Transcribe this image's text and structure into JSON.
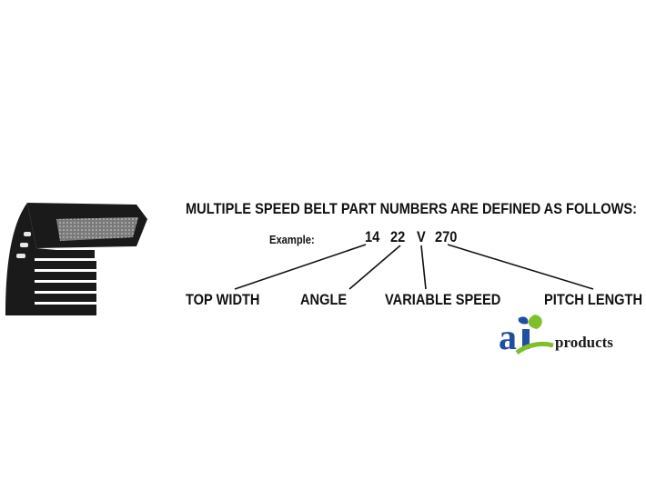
{
  "heading": "MULTIPLE SPEED BELT PART NUMBERS ARE DEFINED AS FOLLOWS:",
  "example_label": "Example:",
  "code_parts": {
    "width": "14",
    "angle": "22",
    "type": "V",
    "length": "270"
  },
  "labels": {
    "top_width": "TOP WIDTH",
    "angle": "ANGLE",
    "variable_speed": "VARIABLE SPEED",
    "pitch_length": "PITCH LENGTH"
  },
  "logo": {
    "text": "products",
    "letters": "a",
    "colors": {
      "blue": "#1e4fa0",
      "green": "#7fbf2a"
    }
  },
  "belt_icon": "cogged-v-belt-illustration"
}
